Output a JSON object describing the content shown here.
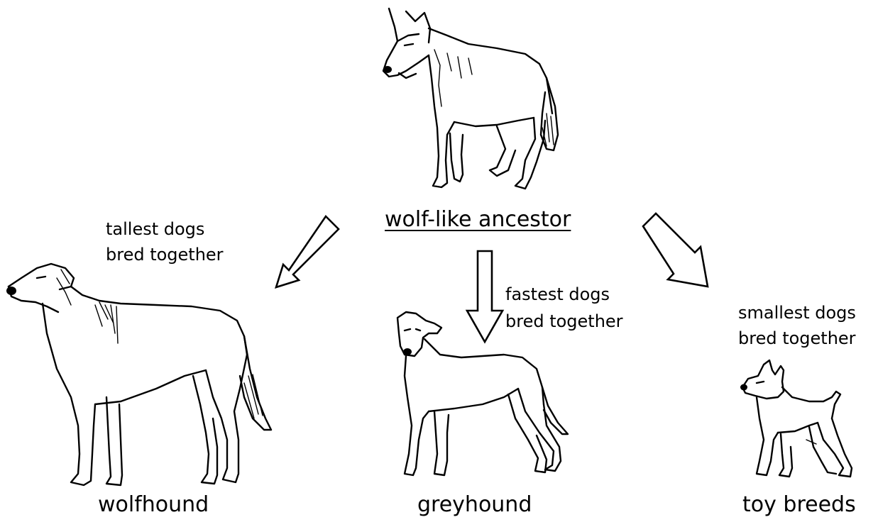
{
  "ancestor": {
    "label": "wolf-like ancestor"
  },
  "branches": {
    "left": {
      "caption_line1": "tallest dogs",
      "caption_line2": "bred together",
      "result": "wolfhound"
    },
    "center": {
      "caption_line1": "fastest dogs",
      "caption_line2": "bred together",
      "result": "greyhound"
    },
    "right": {
      "caption_line1": "smallest dogs",
      "caption_line2": "bred together",
      "result": "toy breeds"
    }
  }
}
